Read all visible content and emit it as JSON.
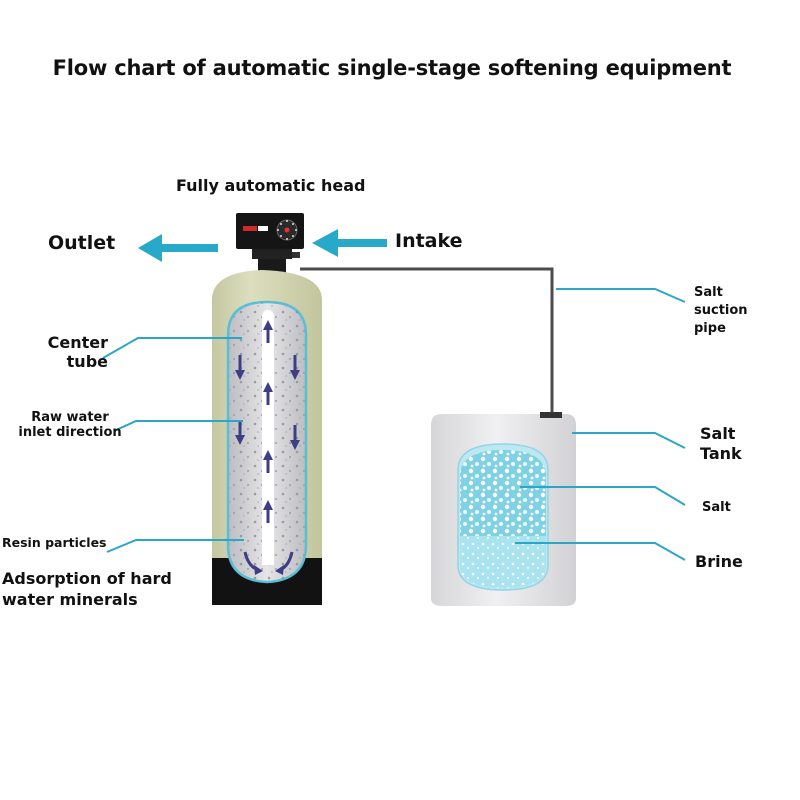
{
  "title": "Flow chart of automatic single-stage softening equipment",
  "labels": {
    "head": "Fully automatic head",
    "outlet": "Outlet",
    "intake": "Intake",
    "center_tube_line1": "Center",
    "center_tube_line2": "tube",
    "raw_water_line1": "Raw water",
    "raw_water_line2": "inlet direction",
    "resin_particles": "Resin particles",
    "adsorption_line1": "Adsorption of hard",
    "adsorption_line2": "water minerals",
    "salt_suction_line1": "Salt",
    "salt_suction_line2": "suction",
    "salt_suction_line3": "pipe",
    "salt_tank_line1": "Salt",
    "salt_tank_line2": "Tank",
    "salt": "Salt",
    "brine": "Brine"
  },
  "colors": {
    "arrow": "#29a9c9",
    "leader_line": "#2aa6c6",
    "tank_shell": "#d5d8b4",
    "tank_base": "#121212",
    "resin_bed": "#cfcfd2",
    "flow_arrow": "#3d3f86",
    "salt_tank_body": "#e4e4e6",
    "salt_fill": "#7fd1e3",
    "brine_fill": "#a8e3ef"
  }
}
